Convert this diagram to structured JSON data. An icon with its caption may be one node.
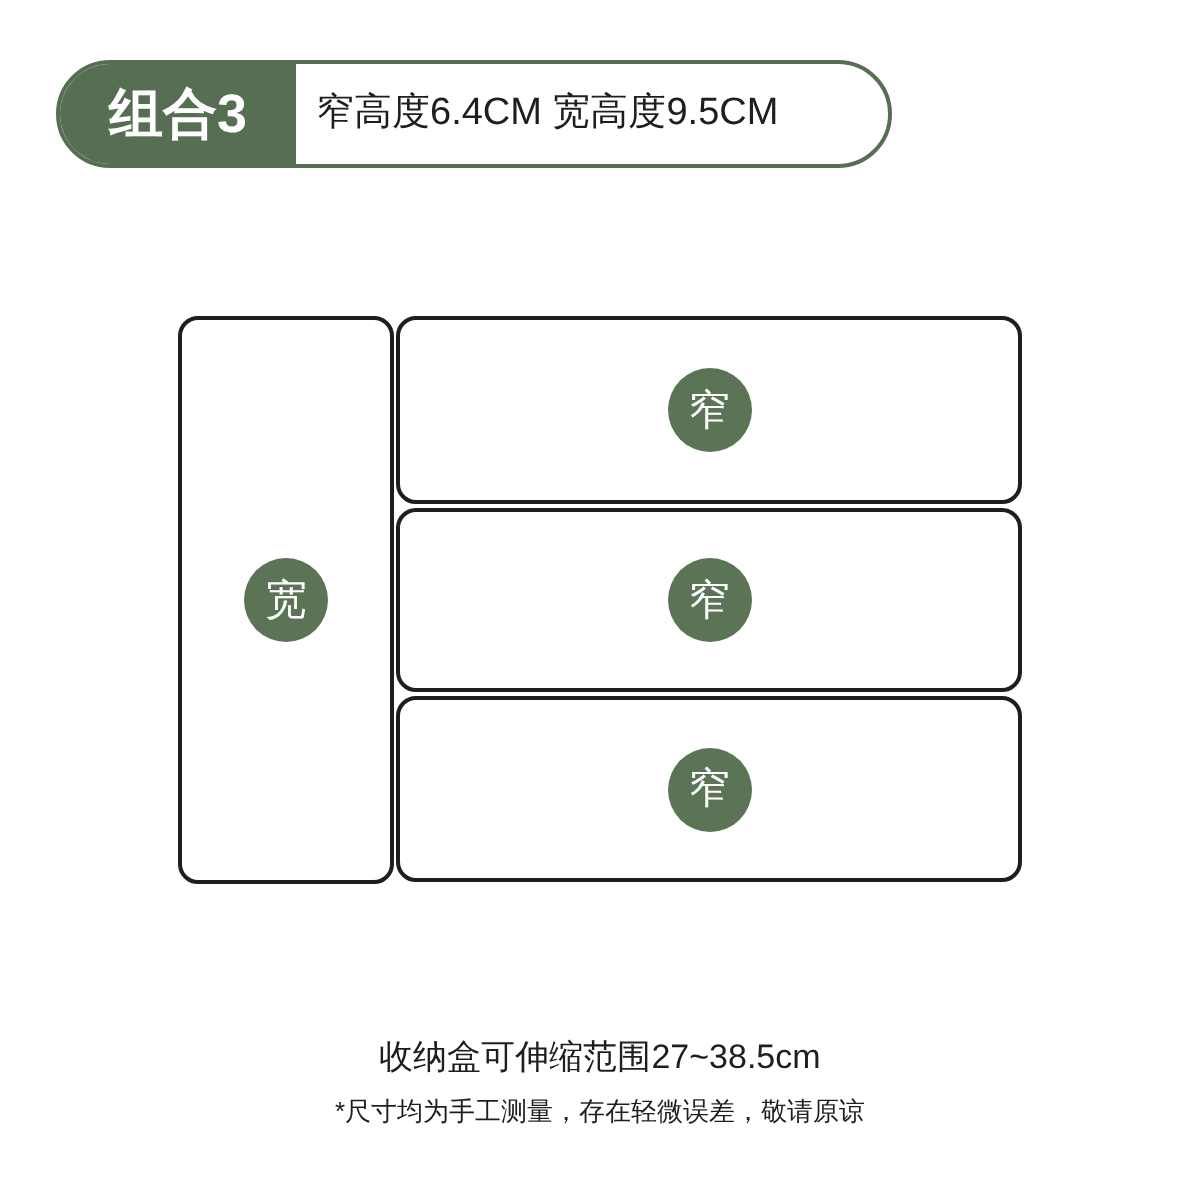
{
  "diagram": {
    "nodes": [
      {
        "text": [
          "组合3",
          "窄高度6.4CM 宽高度9.5CM"
        ]
      },
      {
        "text": [],
        "shape": "box"
      },
      {
        "text": [
          "宽"
        ],
        "in": 1
      },
      {
        "text": [],
        "shape": "box"
      },
      {
        "text": [
          "窄"
        ],
        "in": 3
      },
      {
        "text": [],
        "shape": "box"
      },
      {
        "text": [
          "窄"
        ],
        "in": 5
      },
      {
        "text": [],
        "shape": "box"
      },
      {
        "text": [
          "窄"
        ],
        "in": 7
      }
    ],
    "labels": [
      "收纳盒可伸缩范围27~38.5cm",
      "*尺寸均为手工测量，存在轻微误差，敬请原谅"
    ]
  }
}
